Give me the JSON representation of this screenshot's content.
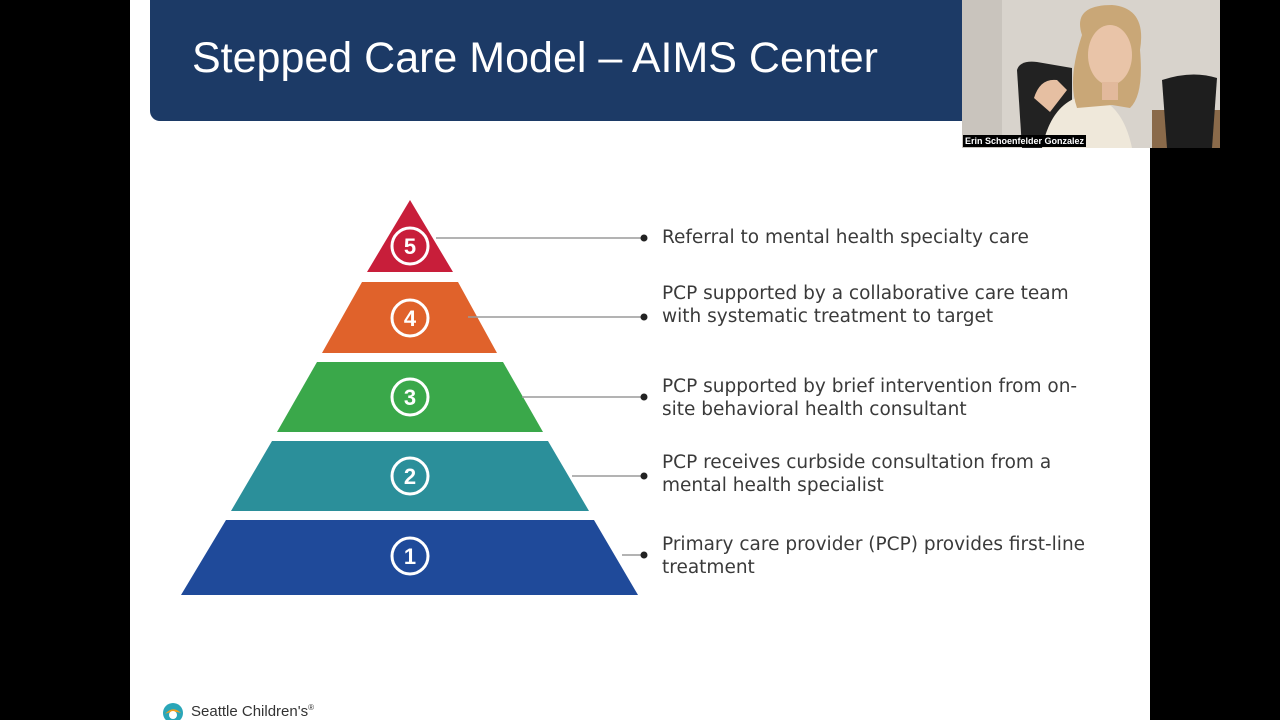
{
  "slide": {
    "title": "Stepped Care Model – AIMS Center",
    "colors": {
      "title_bar": "#1c3a66",
      "level_5": "#c81e3a",
      "level_4": "#e0622b",
      "level_3": "#3aa84a",
      "level_2": "#2b8f9a",
      "level_1": "#1f4a9a"
    },
    "levels": [
      {
        "number": "5",
        "text": "Referral to mental health specialty care"
      },
      {
        "number": "4",
        "text": "PCP supported by a collaborative care team with systematic treatment to target"
      },
      {
        "number": "3",
        "text": "PCP supported by brief intervention from on-site behavioral health consultant"
      },
      {
        "number": "2",
        "text": "PCP receives curbside consultation from a mental health specialist"
      },
      {
        "number": "1",
        "text": "Primary care provider (PCP) provides first-line treatment"
      }
    ],
    "logo": {
      "text": "Seattle Children's",
      "mark": "®"
    }
  },
  "webcam": {
    "participant_name": "Erin Schoenfelder Gonzalez"
  }
}
